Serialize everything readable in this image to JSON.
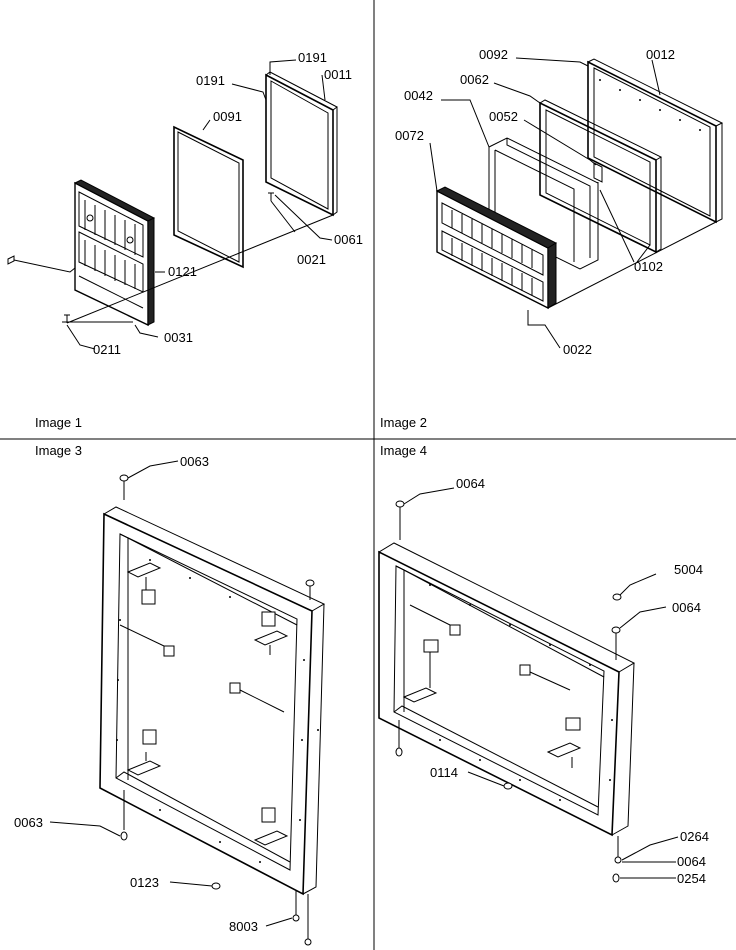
{
  "panels": [
    {
      "caption": "Image 1",
      "labels": [
        "0191",
        "0191",
        "0011",
        "0091",
        "0121",
        "0061",
        "0021",
        "0031",
        "0211"
      ]
    },
    {
      "caption": "Image 2",
      "labels": [
        "0092",
        "0012",
        "0062",
        "0042",
        "0052",
        "0072",
        "0102",
        "0022"
      ]
    },
    {
      "caption": "Image 3",
      "labels": [
        "0063",
        "0063",
        "0123",
        "8003"
      ]
    },
    {
      "caption": "Image 4",
      "labels": [
        "0064",
        "5004",
        "0064",
        "0114",
        "0264",
        "0064",
        "0254"
      ]
    }
  ]
}
